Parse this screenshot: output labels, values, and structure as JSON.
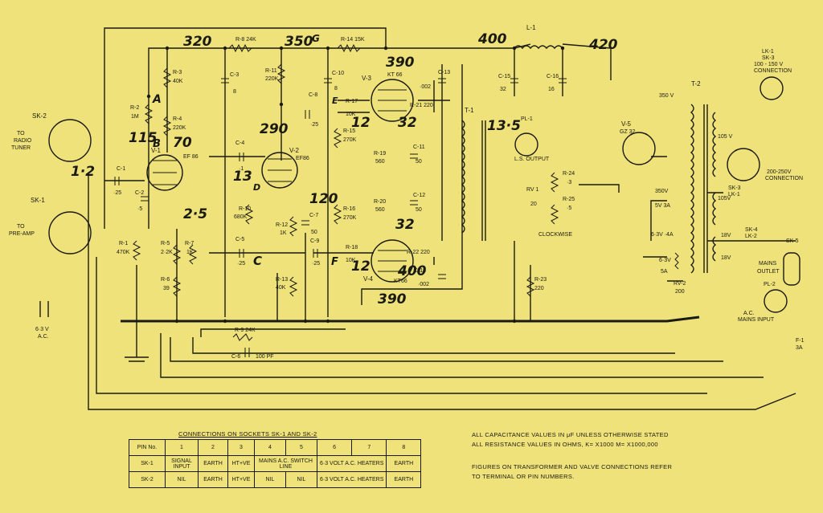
{
  "notes": {
    "capacitance": "ALL CAPACITANCE VALUES IN μF UNLESS OTHERWISE STATED",
    "resistance": "ALL RESISTANCE VALUES IN OHMS, K= X1000 M= X1000,000",
    "figures_1": "FIGURES ON TRANSFORMER AND VALVE CONNECTIONS REFER",
    "figures_2": "TO TERMINAL OR PIN NUMBERS."
  },
  "table": {
    "title": "CONNECTIONS ON SOCKETS SK-1 AND SK-2",
    "header": [
      "PIN No.",
      "1",
      "2",
      "3",
      "4",
      "5",
      "6",
      "7",
      "8"
    ],
    "sk1": {
      "name": "SK-1",
      "c1": "SIGNAL INPUT",
      "c2": "EARTH",
      "c3": "HT+VE",
      "c45": "MAINS A.C. SWITCH LINE",
      "c67": "6·3 VOLT A.C. HEATERS",
      "c8": "EARTH"
    },
    "sk2": {
      "name": "SK-2",
      "c1": "NIL",
      "c2": "EARTH",
      "c3": "HT+VE",
      "c4": "NIL",
      "c5": "NIL",
      "c67": "6·3 VOLT A.C. HEATERS",
      "c8": "EARTH"
    }
  },
  "handwritten": [
    "320",
    "350",
    "G",
    "400",
    "420",
    "390",
    "115",
    "B",
    "70",
    "A",
    "290",
    "13",
    "D",
    "120",
    "1·2",
    "2·5",
    "C",
    "12",
    "32",
    "13·5",
    "F",
    "E",
    "32",
    "12",
    "400",
    "390"
  ],
  "labels": {
    "sk2": "SK-2",
    "to_radio": "TO",
    "radio": "RADIO",
    "tuner": "TUNER",
    "sk1": "SK-1",
    "to_pre": "TO",
    "pre_amp": "PRE-AMP",
    "heater_ac1": "6·3 V",
    "heater_ac2": "A.C.",
    "r8": "R-8 24K",
    "r14": "R-14 15K",
    "l1": "L-1",
    "r3": "R-3",
    "r3v": "40K",
    "r2": "R-2",
    "r2v": "1M",
    "r4": "R-4",
    "r4v": "220K",
    "c3": "C-3",
    "c3v": "8",
    "r11": "R-11",
    "r11v": "220K",
    "c10": "C-10",
    "c10v": "8",
    "v3": "V-3",
    "v3t": "KT 66",
    "c13": "C-13",
    "c13v": "·002",
    "c15": "C-15",
    "c15v": "32",
    "c16": "C-16",
    "c16v": "16",
    "t2": "T-2",
    "lk1a": "LK-1",
    "lk1b": "SK-3",
    "lk1c": "100 - 150 V",
    "lk1d": "CONNECTION",
    "v5": "V-5",
    "v5t": "GZ 32",
    "c8": "C-8",
    "c8v": "·25",
    "r17": "R-17",
    "r17v": "10K",
    "r21": "R-21 220",
    "t1": "T-1",
    "pl1": "PL-1",
    "ls": "L.S. OUTPUT",
    "v1": "V-1",
    "v1t": "EF 86",
    "c4": "C-4",
    "c4v": "·1",
    "v2": "V-2",
    "v2t": "EF86",
    "r15": "R-15",
    "r15v": "270K",
    "r19": "R-19",
    "r19v": "560",
    "c11": "C-11",
    "c11v": "50",
    "r24": "R-24",
    "r24v": "·3",
    "rv1": "RV 1",
    "rv1v": "20",
    "r25": "R-25",
    "r25v": "·5",
    "c1": "C-1",
    "c1v": "·25",
    "c2": "C-2",
    "c2v": "·5",
    "r10": "R-10",
    "r10v": "680K",
    "r12": "R-12",
    "r12v": "1K",
    "c7": "C-7",
    "c7v": "50",
    "r16": "R-16",
    "r16v": "270K",
    "r20": "R-20",
    "r20v": "560",
    "c12": "C-12",
    "c12v": "50",
    "clockwise": "CLOCKWISE",
    "v350a": "350 V",
    "v350b": "350V",
    "v105a": "105 V",
    "v105b": "105V",
    "v5v": "5V 3A",
    "v63": "6·3V ·4A",
    "v18a": "18V",
    "v18b": "18V",
    "mains_conn1": "200-250V",
    "mains_conn2": "CONNECTION",
    "sk3lk1": "SK-3",
    "sk3lk1b": "LK-1",
    "sk4": "SK-4",
    "lk2": "LK-2",
    "sk5": "SK-5",
    "mains_out1": "MAINS",
    "mains_out2": "OUTLET",
    "pl2": "PL-2",
    "ac": "A.C.",
    "mains_in": "MAINS INPUT",
    "f1": "F-1",
    "f1v": "3A",
    "r1": "R-1",
    "r1v": "470K",
    "r5": "R-5",
    "r5v": "2·2K",
    "r7": "R-7",
    "r7v": "1K",
    "r6": "R-6",
    "r6v": "39",
    "c5": "C-5",
    "c5v": "·25",
    "r13": "R-13",
    "r13v": "40K",
    "c9": "C-9",
    "c9v": "·25",
    "r18": "R-18",
    "r18v": "10K",
    "r22": "R-22 220",
    "c14": "C-14",
    "c14v": "·002",
    "v4": "V-4",
    "v4t": "KT66",
    "r23": "R-23",
    "r23v": "220",
    "r9": "R-9 24K",
    "c6": "C-6",
    "c6v": "100 PF",
    "sc63": "6·3V",
    "sc5a": "5A",
    "rv2": "RV-2",
    "rv2v": "200"
  }
}
